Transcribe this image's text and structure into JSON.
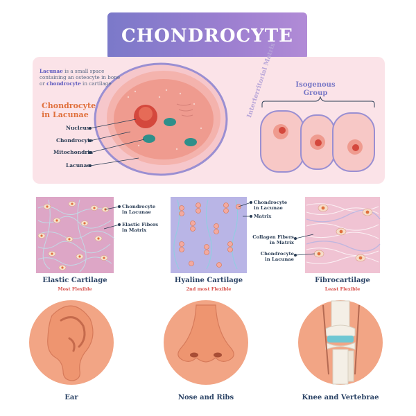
{
  "title": "CHONDROCYTE",
  "definition": {
    "term": "Lacunae",
    "text_a": " is a small space containing an osteocyte in bone or ",
    "term2": "chondrocyte",
    "text_b": " in cartilage"
  },
  "cell_diagram": {
    "heading_line1": "Chondrocyte",
    "heading_line2": "in Lacunae",
    "labels": [
      "Nucleus",
      "Chondrocyte",
      "Mitochondria",
      "Lacunae"
    ],
    "matrix_label": "Interterritorial Matrix",
    "group_line1": "Isogenous",
    "group_line2": "Group"
  },
  "cartilage_types": [
    {
      "name": "Elastic Cartilage",
      "flex": "Most Flexible",
      "labels": [
        {
          "l1": "Chondrocyte",
          "l2": "in Lacunae"
        },
        {
          "l1": "Elastic Fibers",
          "l2": "in Matrix"
        }
      ],
      "location": "Ear"
    },
    {
      "name": "Hyaline Cartilage",
      "flex": "2nd most Flexible",
      "labels": [
        {
          "l1": "Chondrocyte",
          "l2": "in Lacunae"
        },
        {
          "l1": "Matrix",
          "l2": ""
        }
      ],
      "location": "Nose and Ribs"
    },
    {
      "name": "Fibrocartilage",
      "flex": "Least Flexible",
      "labels": [
        {
          "l1": "Collagen Fibers",
          "l2": "in Matrix"
        },
        {
          "l1": "Chondrocyte",
          "l2": "in Lacunae"
        }
      ],
      "location": "Knee and Vertebrae"
    }
  ],
  "colors": {
    "title_bg": "#8a7dcc",
    "panel_bg": "#fbe3e8",
    "accent_orange": "#e0703c",
    "accent_red": "#d8504a",
    "label_navy": "#2c4466",
    "teal": "#2f8f8a"
  }
}
